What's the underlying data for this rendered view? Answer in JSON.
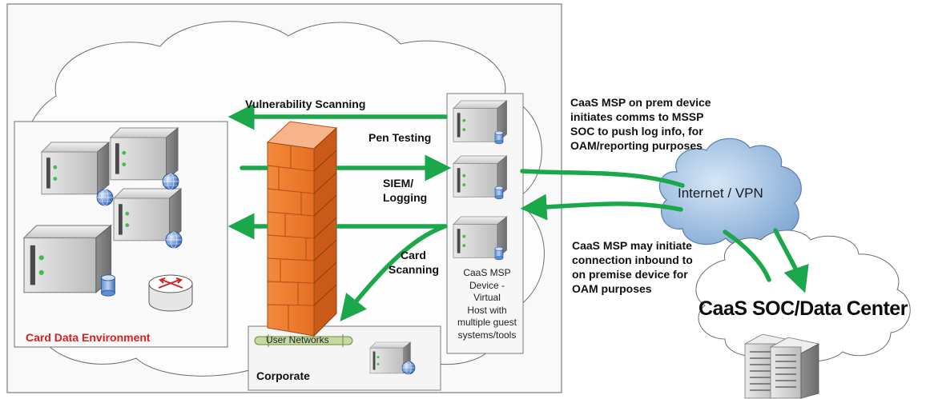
{
  "labels": {
    "vuln_scanning": "Vulnerability Scanning",
    "pen_testing": "Pen Testing",
    "siem_logging_1": "SIEM/",
    "siem_logging_2": "Logging",
    "card_scanning_1": "Card",
    "card_scanning_2": "Scanning",
    "card_data_env": "Card Data Environment",
    "user_networks": "User Networks",
    "corporate": "Corporate",
    "msp_device_lines": [
      "CaaS MSP",
      "Device -",
      "Virtual",
      "Host with",
      "multiple guest",
      "systems/tools"
    ],
    "internet_vpn": "Internet / VPN",
    "soc_datacenter": "CaaS SOC/Data Center",
    "outbound_note": [
      "CaaS MSP on prem device",
      "initiates comms to MSSP",
      "SOC to push log info, for",
      "OAM/reporting purposes"
    ],
    "inbound_note": [
      "CaaS MSP may initiate",
      "connection inbound to",
      "on premise device for",
      "OAM purposes"
    ]
  },
  "colors": {
    "arrow": "#1aa84a",
    "firewall": "#f07f32",
    "cde_label": "#d6201f",
    "internet_cloud": "#a9c7e6"
  }
}
